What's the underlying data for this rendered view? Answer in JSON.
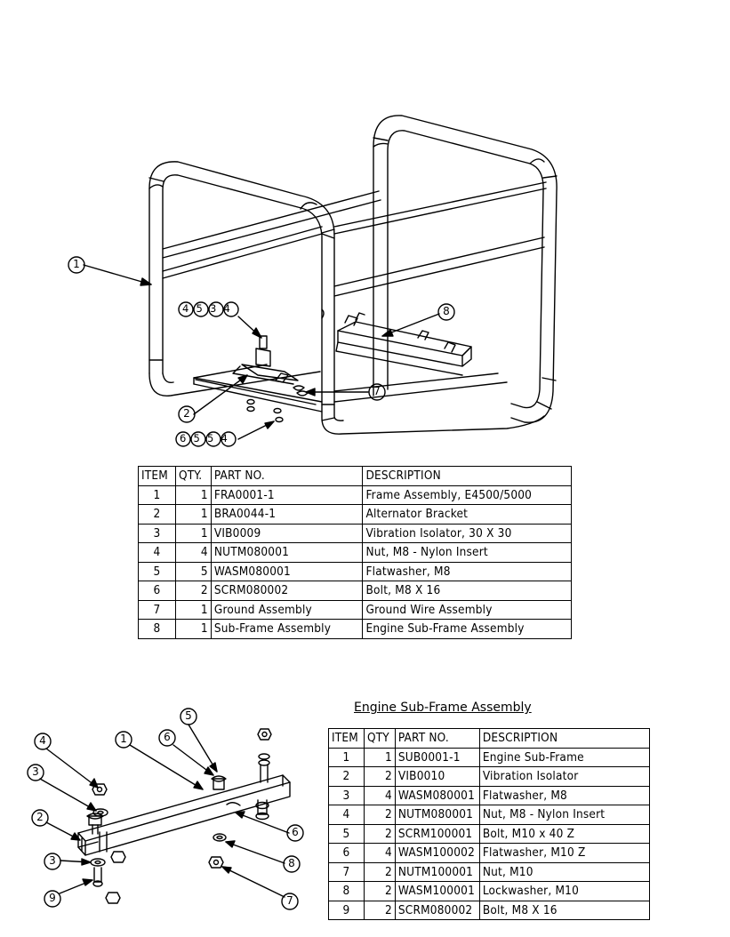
{
  "diagram_main": {
    "callouts": [
      "1",
      "4534",
      "6554",
      "2",
      "7",
      "8"
    ]
  },
  "table_main": {
    "headers": [
      "ITEM",
      "QTY.",
      "PART NO.",
      "DESCRIPTION"
    ],
    "rows": [
      [
        "1",
        "1",
        "FRA0001-1",
        "Frame Assembly, E4500/5000"
      ],
      [
        "2",
        "1",
        "BRA0044-1",
        "Alternator Bracket"
      ],
      [
        "3",
        "1",
        "VIB0009",
        "Vibration Isolator, 30 X 30"
      ],
      [
        "4",
        "4",
        "NUTM080001",
        "Nut, M8 - Nylon Insert"
      ],
      [
        "5",
        "5",
        "WASM080001",
        "Flatwasher, M8"
      ],
      [
        "6",
        "2",
        "SCRM080002",
        "Bolt, M8 X 16"
      ],
      [
        "7",
        "1",
        "Ground Assembly",
        "Ground Wire Assembly"
      ],
      [
        "8",
        "1",
        "Sub-Frame Assembly",
        "Engine Sub-Frame Assembly"
      ]
    ]
  },
  "subframe": {
    "title": "Engine Sub-Frame Assembly",
    "callouts": [
      "1",
      "2",
      "3",
      "3",
      "4",
      "5",
      "6",
      "6",
      "7",
      "8",
      "9"
    ]
  },
  "table_sub": {
    "headers": [
      "ITEM",
      "QTY",
      "PART NO.",
      "DESCRIPTION"
    ],
    "rows": [
      [
        "1",
        "1",
        "SUB0001-1",
        "Engine Sub-Frame"
      ],
      [
        "2",
        "2",
        "VIB0010",
        "Vibration Isolator"
      ],
      [
        "3",
        "4",
        "WASM080001",
        "Flatwasher, M8"
      ],
      [
        "4",
        "2",
        "NUTM080001",
        "Nut, M8 - Nylon Insert"
      ],
      [
        "5",
        "2",
        "SCRM100001",
        "Bolt, M10 x 40 Z"
      ],
      [
        "6",
        "4",
        "WASM100002",
        "Flatwasher, M10 Z"
      ],
      [
        "7",
        "2",
        "NUTM100001",
        "Nut, M10"
      ],
      [
        "8",
        "2",
        "WASM100001",
        "Lockwasher, M10"
      ],
      [
        "9",
        "2",
        "SCRM080002",
        "Bolt, M8 X 16"
      ]
    ]
  }
}
